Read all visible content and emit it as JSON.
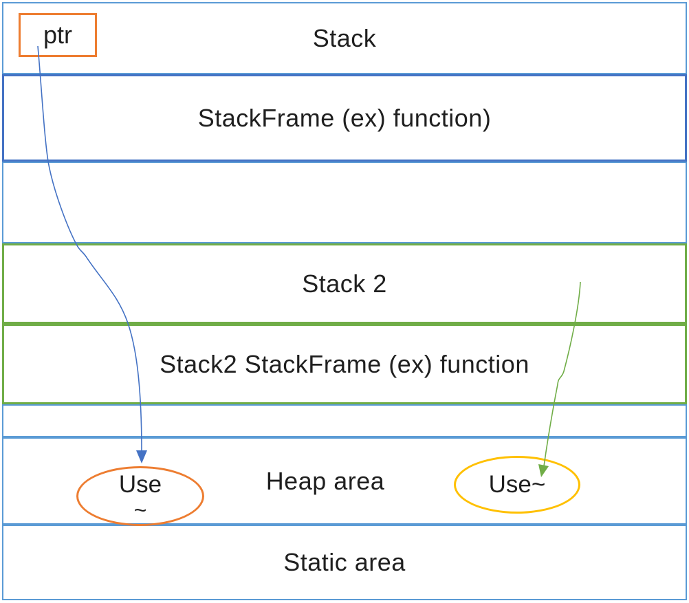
{
  "rows": [
    {
      "id": "stack",
      "label": "Stack"
    },
    {
      "id": "stackframe",
      "label": "StackFrame (ex) function)"
    },
    {
      "id": "empty1",
      "label": ""
    },
    {
      "id": "stack2",
      "label": "Stack 2"
    },
    {
      "id": "stack2_frame",
      "label": "Stack2 StackFrame (ex) function"
    },
    {
      "id": "empty2",
      "label": ""
    },
    {
      "id": "heap",
      "label": "Heap area"
    },
    {
      "id": "static",
      "label": "Static area"
    }
  ],
  "ptr_box": {
    "label": "ptr"
  },
  "ellipses": {
    "left": {
      "line1": "Use",
      "line2": "~"
    },
    "right": {
      "label": "Use~"
    }
  },
  "arrows": {
    "blue": {
      "from": "ptr box",
      "to": "left heap ellipse"
    },
    "green": {
      "from": "Stack 2 row",
      "to": "right heap ellipse"
    }
  },
  "colors": {
    "c-lightblue": "#5B9BD5",
    "c-darkblue": "#4472C4",
    "c-green": "#70AD47",
    "c-orange": "#ED7D31",
    "c-yellow": "#FFC000",
    "c-text": "#1f1f1f"
  }
}
